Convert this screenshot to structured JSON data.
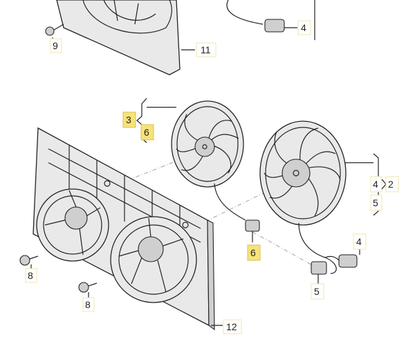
{
  "diagram": {
    "title": "Radiator fan assembly exploded view",
    "highlight_color": "#f7e27a",
    "callouts": {
      "c9": "9",
      "c11": "11",
      "c4_top": "4",
      "c3": "3",
      "c6_upper": "6",
      "c4_right": "4",
      "c2": "2",
      "c5_right": "5",
      "c6_lower": "6",
      "c4_lower": "4",
      "c5_lower": "5",
      "c8_upper": "8",
      "c8_lower": "8",
      "c12": "12"
    }
  }
}
